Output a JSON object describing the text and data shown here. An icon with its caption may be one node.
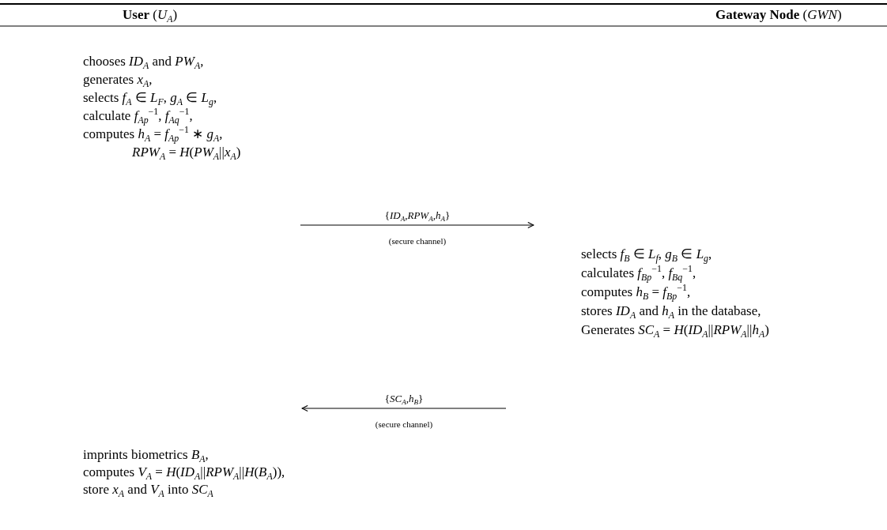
{
  "diagram": {
    "labels": [
      "**User** (*U*$_{A}$)",
      "**Gateway Node** (*GWN*)",
      "chooses *ID*$_{A}$ and *PW*$_{A}$,",
      "generates *x*$_{A}$,",
      "selects *f*$_{A}$ ∈ *L*$_{F}$, *g*$_{A}$ ∈ *L*$_{g}$,",
      "calculate *f*$_{Ap}$$^{−1}$, *f*$_{Aq}$$^{−1}$,",
      "computes *h*$_{A}$ = *f*$_{Ap}$$^{−1}$ ∗ *g*$_{A}$,",
      "*RPW*$_{A}$ = *H*(*PW*$_{A}$||*x*$_{A}$)",
      "{*ID*$_{A}$,*RPW*$_{A}$,*h*$_{A}$}",
      "(secure channel)",
      "selects *f*$_{B}$ ∈ *L*$_{f}$, *g*$_{B}$ ∈ *L*$_{g}$,",
      "calculates *f*$_{Bp}$$^{−1}$, *f*$_{Bq}$$^{−1}$,",
      "computes *h*$_{B}$ = *f*$_{Bp}$$^{−1}$,",
      "stores *ID*$_{A}$ and *h*$_{A}$ in the database,",
      "Generates *SC*$_{A}$ = *H*(*ID*$_{A}$||*RPW*$_{A}$||*h*$_{A}$)",
      "{*SC*$_{A}$,*h*$_{B}$}",
      "(secure channel)",
      "imprints biometrics *B*$_{A}$,",
      "computes *V*$_{A}$ = *H*(*ID*$_{A}$||*RPW*$_{A}$||*H*(*B*$_{A}$)),",
      "store *x*$_{A}$ and *V*$_{A}$ into *SC*$_{A}$"
    ]
  }
}
